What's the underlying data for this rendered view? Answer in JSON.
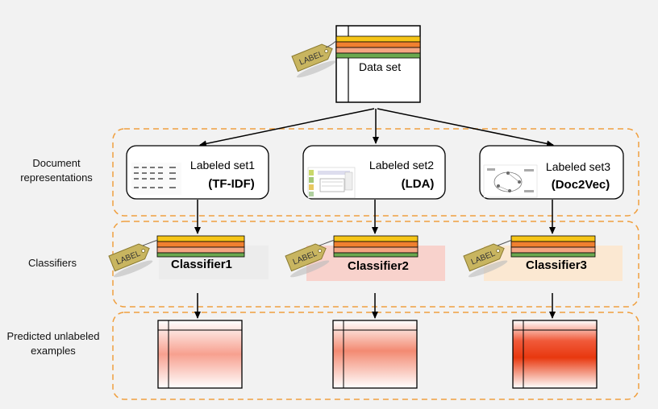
{
  "dataset": {
    "label": "Data set",
    "tag": "LABEL"
  },
  "rows": {
    "document_representations": "Document representations",
    "classifiers": "Classifiers",
    "predicted": "Predicted unlabeled examples"
  },
  "labeled_sets": [
    {
      "title": "Labeled set1",
      "method": "(TF-IDF)"
    },
    {
      "title": "Labeled set2",
      "method": "(LDA)"
    },
    {
      "title": "Labeled set3",
      "method": "(Doc2Vec)"
    }
  ],
  "classifiers": [
    {
      "label": "Classifier1",
      "tag": "LABEL",
      "highlight": "#ececec"
    },
    {
      "label": "Classifier2",
      "tag": "LABEL",
      "highlight": "#f8d2cc"
    },
    {
      "label": "Classifier3",
      "tag": "LABEL",
      "highlight": "#fbe8d2"
    }
  ],
  "predictions": [
    {
      "intensity": 0.35
    },
    {
      "intensity": 0.6
    },
    {
      "intensity": 1.0
    }
  ],
  "colors": {
    "dashed_border": "#f0a040",
    "stripe_yellow": "#f5c518",
    "stripe_orange": "#f08030",
    "stripe_green": "#6aa84f",
    "tag_fill": "#c8b560",
    "prediction_red": "#ee3a1a"
  }
}
